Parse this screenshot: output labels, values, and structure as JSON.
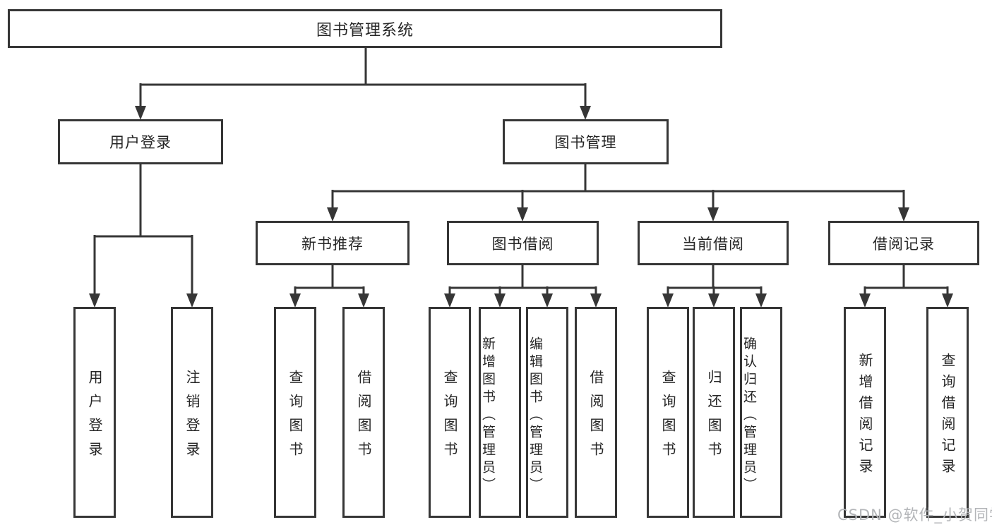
{
  "colors": {
    "background": "#ffffff",
    "line": "#363636",
    "box_border": "#363636",
    "text": "#262626",
    "watermark": "#b3b5b8"
  },
  "watermark": "CSDN @软件_小贺同学",
  "tree": {
    "label": "图书管理系统",
    "children": [
      {
        "label": "用户登录",
        "children": [
          {
            "label": "用户登录"
          },
          {
            "label": "注销登录"
          }
        ]
      },
      {
        "label": "图书管理",
        "children": [
          {
            "label": "新书推荐",
            "children": [
              {
                "label": "查询图书"
              },
              {
                "label": "借阅图书"
              }
            ]
          },
          {
            "label": "图书借阅",
            "children": [
              {
                "label": "查询图书"
              },
              {
                "label": "新增图书（管理员）"
              },
              {
                "label": "编辑图书（管理员）"
              },
              {
                "label": "借阅图书"
              }
            ]
          },
          {
            "label": "当前借阅",
            "children": [
              {
                "label": "查询图书"
              },
              {
                "label": "归还图书"
              },
              {
                "label": "确认归还（管理员）"
              }
            ]
          },
          {
            "label": "借阅记录",
            "children": [
              {
                "label": "新增借阅记录"
              },
              {
                "label": "查询借阅记录"
              }
            ]
          }
        ]
      }
    ]
  }
}
